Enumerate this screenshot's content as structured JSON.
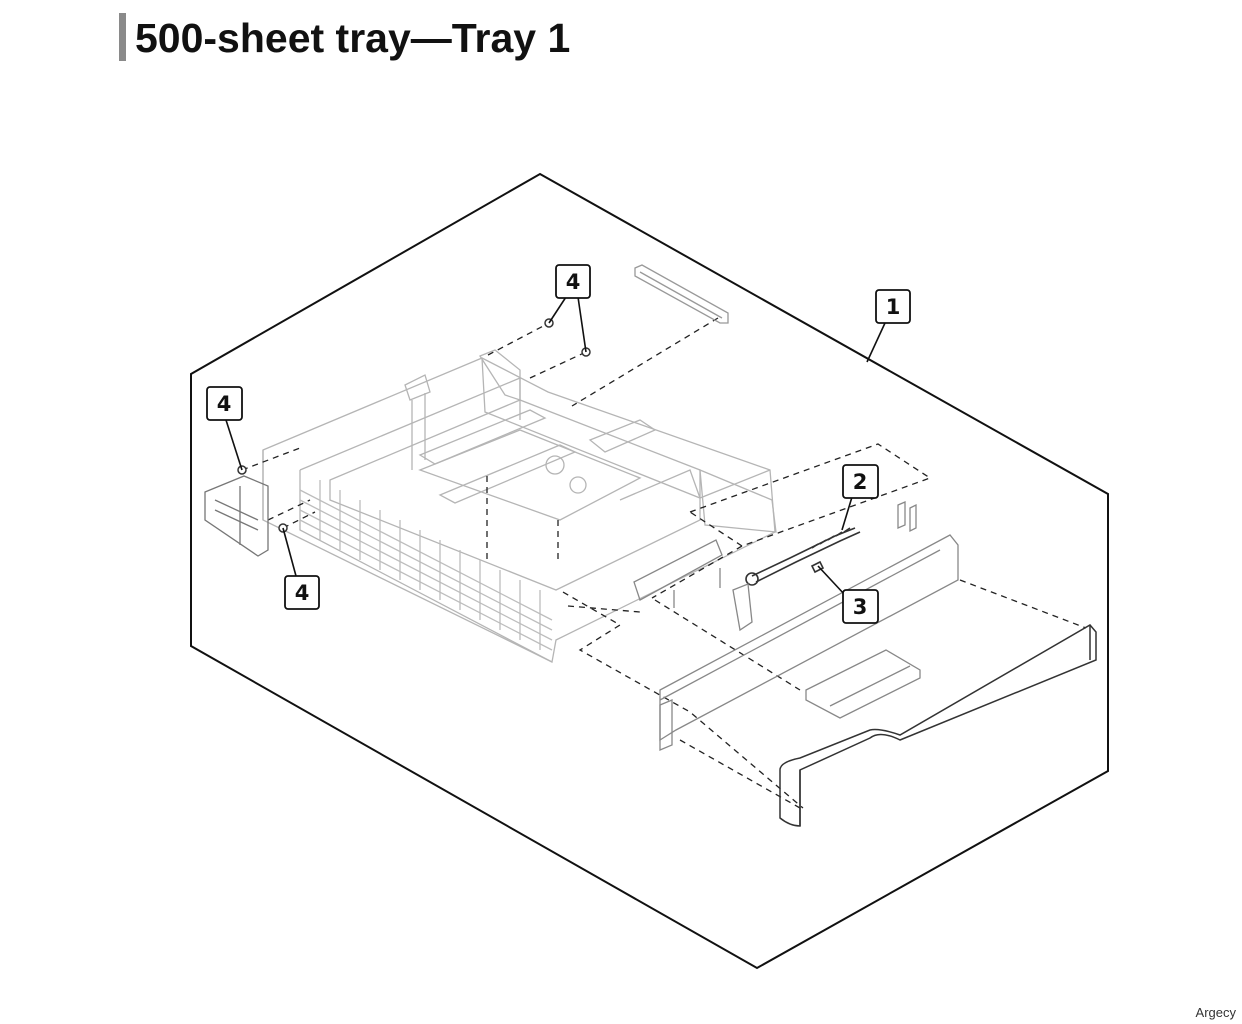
{
  "page": {
    "title": "500-sheet tray—Tray 1",
    "footer": "Argecy"
  },
  "diagram": {
    "callouts": [
      {
        "id": "c1",
        "label": "1"
      },
      {
        "id": "c2",
        "label": "2"
      },
      {
        "id": "c3",
        "label": "3"
      },
      {
        "id": "c4a",
        "label": "4"
      },
      {
        "id": "c4b",
        "label": "4"
      },
      {
        "id": "c4c",
        "label": "4"
      }
    ]
  }
}
